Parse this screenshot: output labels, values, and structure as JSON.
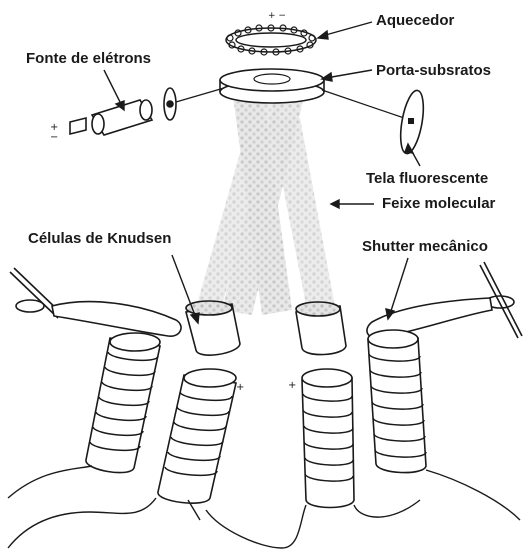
{
  "labels": {
    "heater": "Aquecedor",
    "electron_source": "Fonte de elétrons",
    "substrate_holder": "Porta-subsratos",
    "fluorescent_screen": "Tela fluorescente",
    "molecular_beam": "Feixe molecular",
    "knudsen_cells": "Células de Knudsen",
    "mechanical_shutter": "Shutter mecânico"
  },
  "colors": {
    "ink": "#1a1a1a",
    "beam": "#c9c9c9"
  }
}
